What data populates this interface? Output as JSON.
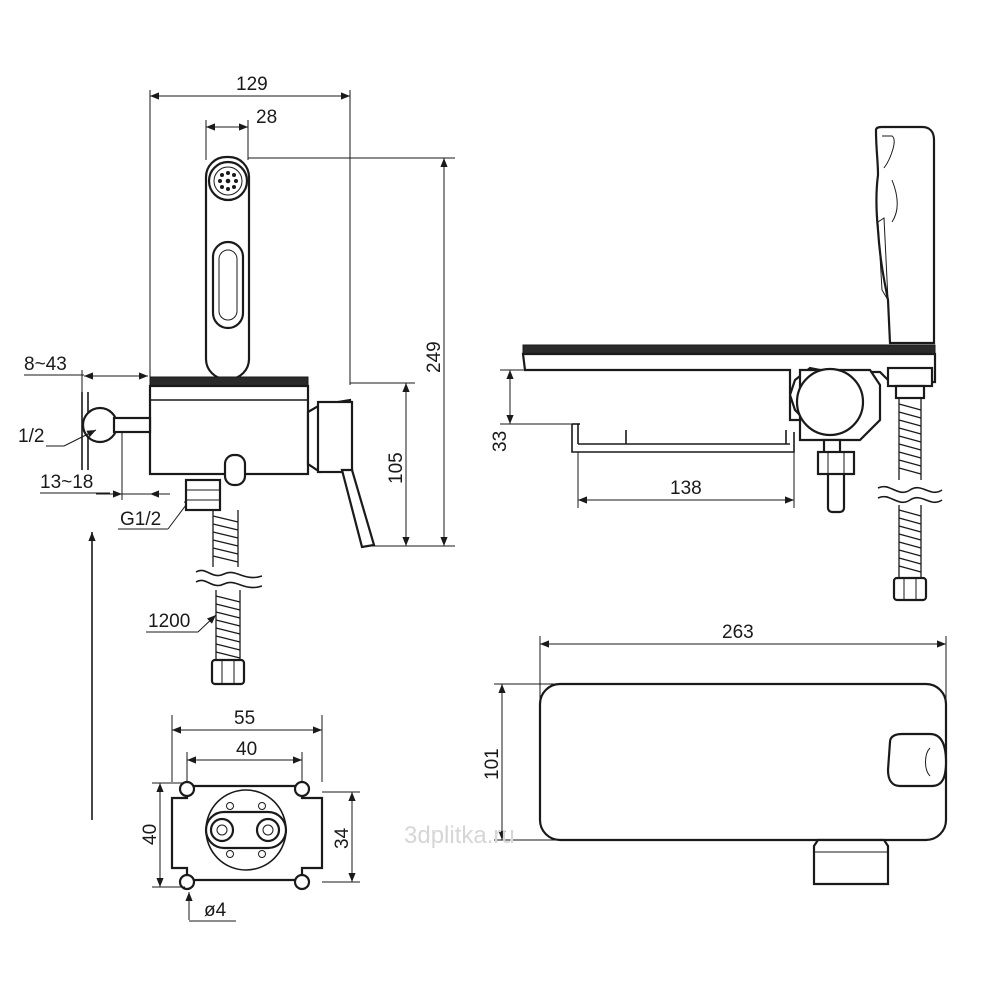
{
  "dimensions": {
    "width_129": "129",
    "spray_28": "28",
    "height_249": "249",
    "wall_8_43": "8~43",
    "thread_1_2": "1/2",
    "offset_13_18": "13~18",
    "inlet_g1_2": "G1/2",
    "height_105": "105",
    "hose_1200": "1200",
    "plate_55": "55",
    "plate_40w": "40",
    "plate_40h": "40",
    "plate_34": "34",
    "hole_4": "ø4",
    "height_33": "33",
    "shelf_138": "138",
    "length_263": "263",
    "depth_101": "101"
  },
  "watermark": "3dplitka.ru"
}
